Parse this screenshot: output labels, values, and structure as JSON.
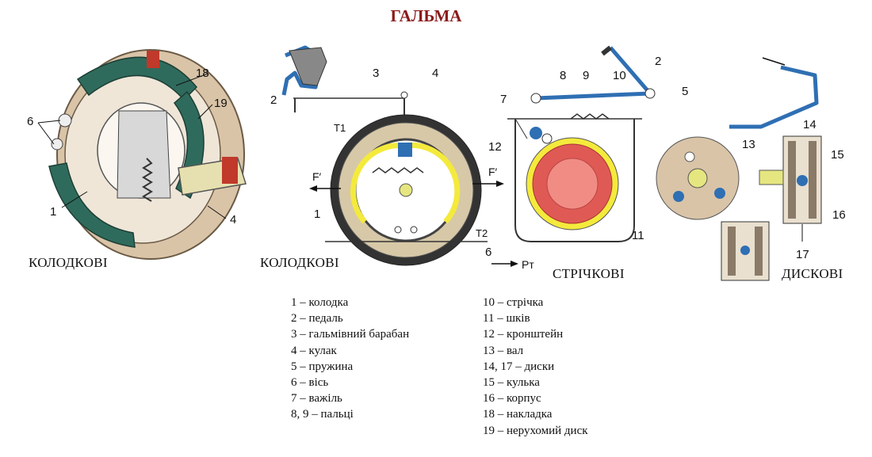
{
  "title": "ГАЛЬМА",
  "captions": {
    "shoe_photo": "КОЛОДКОВІ",
    "shoe_scheme": "КОЛОДКОВІ",
    "band": "СТРІЧКОВІ",
    "disc": "ДИСКОВІ"
  },
  "labels": {
    "shoe_photo": [
      "6",
      "1",
      "18",
      "19",
      "4"
    ],
    "shoe_scheme": [
      "2",
      "3",
      "4",
      "T1",
      "F′",
      "F′",
      "1",
      "T2",
      "6",
      "Pт"
    ],
    "band": [
      "7",
      "8",
      "9",
      "10",
      "2",
      "5",
      "12",
      "11"
    ],
    "disc": [
      "14",
      "13",
      "15",
      "16",
      "17"
    ]
  },
  "legend_left": [
    "1 – колодка",
    "2 – педаль",
    "3 – гальмівний барабан",
    "4 – кулак",
    "5 – пружина",
    "6 – вісь",
    "7 – важіль",
    "8, 9 – пальці"
  ],
  "legend_right": [
    "10 – стрічка",
    "11 – шків",
    "12 – кронштейн",
    "13 – вал",
    "14, 17 – диски",
    "15 – кулька",
    "16 – корпус",
    "18 – накладка",
    "19 – нерухомий диск"
  ]
}
